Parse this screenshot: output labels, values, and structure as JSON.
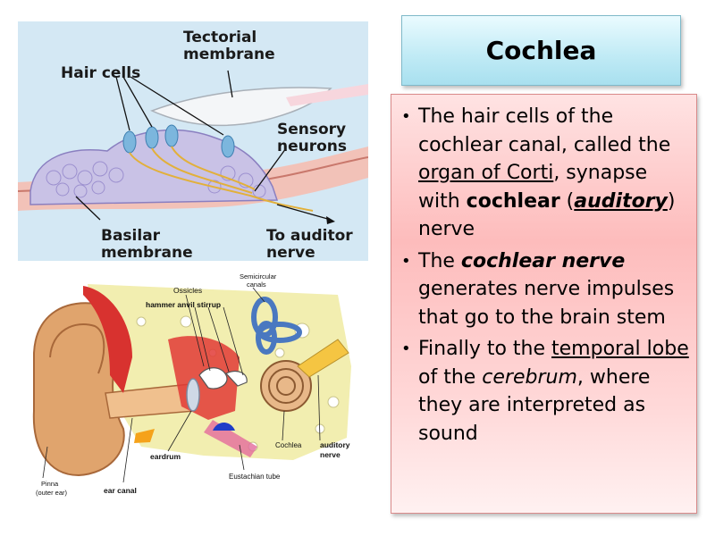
{
  "title": "Cochlea",
  "figure_top": {
    "labels": {
      "tectorial_1": "Tectorial",
      "tectorial_2": "membrane",
      "hair_cells": "Hair cells",
      "sensory_1": "Sensory",
      "sensory_2": "neurons",
      "basilar_1": "Basilar",
      "basilar_2": "membrane",
      "auditory_1": "To auditor",
      "auditory_2": "nerve"
    }
  },
  "figure_bottom": {
    "labels": {
      "ossicles": "Ossicles",
      "hammer": "hammer anvil stirrup",
      "semicircular_1": "Semicircular",
      "semicircular_2": "canals",
      "pinna_1": "Pinna",
      "pinna_2": "(outer ear)",
      "eardrum": "eardrum",
      "ear_canal": "ear canal",
      "eustachian": "Eustachian tube",
      "cochlea": "Cochlea",
      "auditory_1": "auditory",
      "auditory_2": "nerve"
    }
  },
  "bullets": {
    "b1": {
      "t1": "The hair cells of the cochlear canal, called the ",
      "t2": "organ of Corti",
      "t3": ", synapse with ",
      "t4": "cochlear",
      "t5": " (",
      "t6": "auditory",
      "t7": ") nerve"
    },
    "b2": {
      "t1": "The ",
      "t2": "cochlear nerve",
      "t3": " generates nerve impulses that go to the brain stem"
    },
    "b3": {
      "t1": "Finally to the ",
      "t2": "temporal lobe",
      "t3": " of the ",
      "t4": "cerebrum",
      "t5": ", where they are interpreted as sound"
    }
  }
}
